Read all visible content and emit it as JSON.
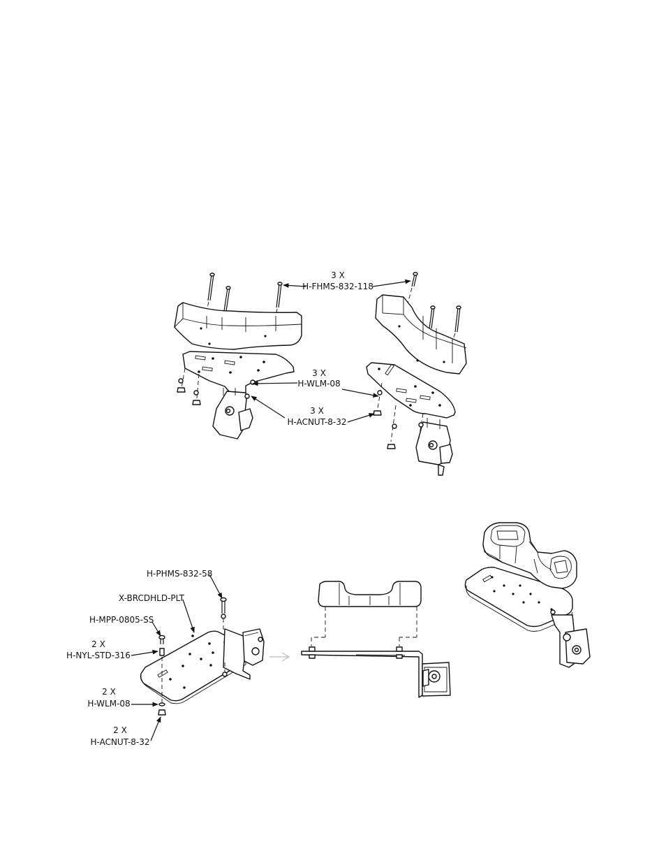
{
  "labels": {
    "fhms_qty": "3 X",
    "fhms": "H-FHMS-832-118",
    "wlm_top_qty": "3 X",
    "wlm_top": "H-WLM-08",
    "acnut_top_qty": "3 X",
    "acnut_top": "H-ACNUT-8-32",
    "phms": "H-PHMS-832-58",
    "plate": "X-BRCDHLD-PLT",
    "mpp": "H-MPP-0805-SS",
    "nyl_qty": "2 X",
    "nyl": "H-NYL-STD-316",
    "wlm_bot_qty": "2 X",
    "wlm_bot": "H-WLM-08",
    "acnut_bot_qty": "2 X",
    "acnut_bot": "H-ACNUT-8-32"
  },
  "colors": {
    "line": "#111111",
    "background": "#ffffff",
    "arrow_gray": "#bbbbbb"
  }
}
